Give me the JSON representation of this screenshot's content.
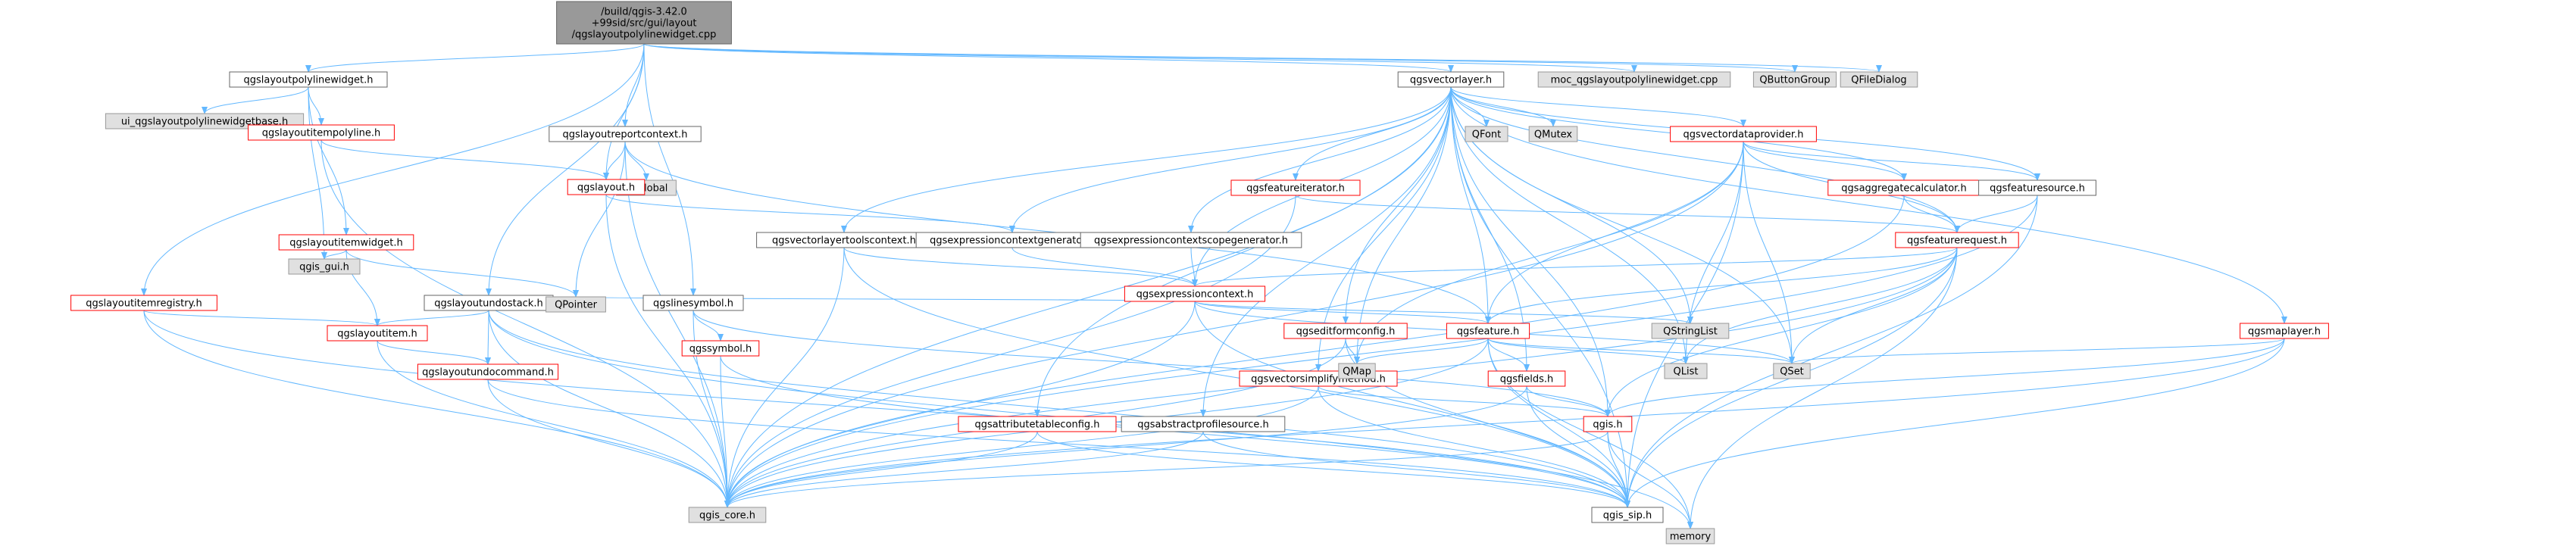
{
  "graph": {
    "colors": {
      "root_fill": "#999999",
      "plain_fill": "#ffffff",
      "gray_fill": "#e0e0e0",
      "border_gray": "#666666",
      "border_red": "#ff0000",
      "border_light": "#999999",
      "edge": "#63b8ff"
    },
    "nodes": [
      {
        "id": "root",
        "label": "/build/qgis-3.42.0\n+99sid/src/gui/layout\n/qgslayoutpolylinewidget.cpp",
        "style": "root"
      },
      {
        "id": "plw_h",
        "label": "qgslayoutpolylinewidget.h",
        "style": "plain"
      },
      {
        "id": "ui_base",
        "label": "ui_qgslayoutpolylinewidgetbase.h",
        "style": "gray"
      },
      {
        "id": "itempoly",
        "label": "qgslayoutitempolyline.h",
        "style": "red"
      },
      {
        "id": "itemwidget",
        "label": "qgslayoutitemwidget.h",
        "style": "red"
      },
      {
        "id": "itemregistry",
        "label": "qgslayoutitemregistry.h",
        "style": "red"
      },
      {
        "id": "undostack",
        "label": "qgslayoutundostack.h",
        "style": "plain"
      },
      {
        "id": "layoutitem",
        "label": "qgslayoutitem.h",
        "style": "red"
      },
      {
        "id": "undocmd",
        "label": "qgslayoutundocommand.h",
        "style": "red"
      },
      {
        "id": "qgis_gui",
        "label": "qgis_gui.h",
        "style": "gray"
      },
      {
        "id": "qpointer",
        "label": "QPointer",
        "style": "gray"
      },
      {
        "id": "reportctx",
        "label": "qgslayoutreportcontext.h",
        "style": "plain"
      },
      {
        "id": "qtglobal",
        "label": "QtGlobal",
        "style": "gray"
      },
      {
        "id": "layout",
        "label": "qgslayout.h",
        "style": "red"
      },
      {
        "id": "linesymbol",
        "label": "qgslinesymbol.h",
        "style": "plain"
      },
      {
        "id": "symbol",
        "label": "qgssymbol.h",
        "style": "red"
      },
      {
        "id": "vectorlayer",
        "label": "qgsvectorlayer.h",
        "style": "plain"
      },
      {
        "id": "moc",
        "label": "moc_qgslayoutpolylinewidget.cpp",
        "style": "gray"
      },
      {
        "id": "qbuttongroup",
        "label": "QButtonGroup",
        "style": "gray"
      },
      {
        "id": "qfiledialog",
        "label": "QFileDialog",
        "style": "gray"
      },
      {
        "id": "toolsctx",
        "label": "qgsvectorlayertoolscontext.h",
        "style": "plain"
      },
      {
        "id": "exprgen",
        "label": "qgsexpressioncontextgenerator.h",
        "style": "plain"
      },
      {
        "id": "exprscope",
        "label": "qgsexpressioncontextscopegenerator.h",
        "style": "plain"
      },
      {
        "id": "featiter",
        "label": "qgsfeatureiterator.h",
        "style": "red"
      },
      {
        "id": "qfont",
        "label": "QFont",
        "style": "gray"
      },
      {
        "id": "qmutex",
        "label": "QMutex",
        "style": "gray"
      },
      {
        "id": "vdp",
        "label": "qgsvectordataprovider.h",
        "style": "red"
      },
      {
        "id": "aggcalc",
        "label": "qgsaggregatecalculator.h",
        "style": "red"
      },
      {
        "id": "featsource",
        "label": "qgsfeaturesource.h",
        "style": "plain"
      },
      {
        "id": "featreq",
        "label": "qgsfeaturerequest.h",
        "style": "red"
      },
      {
        "id": "exprctx",
        "label": "qgsexpressioncontext.h",
        "style": "red"
      },
      {
        "id": "editform",
        "label": "qgseditformconfig.h",
        "style": "red"
      },
      {
        "id": "feature",
        "label": "qgsfeature.h",
        "style": "red"
      },
      {
        "id": "qstringlist",
        "label": "QStringList",
        "style": "gray"
      },
      {
        "id": "maplayer",
        "label": "qgsmaplayer.h",
        "style": "red"
      },
      {
        "id": "vsimplify",
        "label": "qgsvectorsimplifymethod.h",
        "style": "red"
      },
      {
        "id": "qmap",
        "label": "QMap",
        "style": "gray"
      },
      {
        "id": "fields",
        "label": "qgsfields.h",
        "style": "red"
      },
      {
        "id": "qlist",
        "label": "QList",
        "style": "gray"
      },
      {
        "id": "qset",
        "label": "QSet",
        "style": "gray"
      },
      {
        "id": "attrtable",
        "label": "qgsattributetableconfig.h",
        "style": "red"
      },
      {
        "id": "absprofile",
        "label": "qgsabstractprofilesource.h",
        "style": "plain"
      },
      {
        "id": "qgis_h",
        "label": "qgis.h",
        "style": "red"
      },
      {
        "id": "qgis_core",
        "label": "qgis_core.h",
        "style": "gray"
      },
      {
        "id": "qgis_sip",
        "label": "qgis_sip.h",
        "style": "plain"
      },
      {
        "id": "memory",
        "label": "memory",
        "style": "gray"
      }
    ],
    "edges": [
      [
        "root",
        "plw_h"
      ],
      [
        "root",
        "undostack"
      ],
      [
        "root",
        "reportctx"
      ],
      [
        "root",
        "layout"
      ],
      [
        "root",
        "linesymbol"
      ],
      [
        "root",
        "itemregistry"
      ],
      [
        "root",
        "vectorlayer"
      ],
      [
        "root",
        "moc"
      ],
      [
        "root",
        "qbuttongroup"
      ],
      [
        "root",
        "qfiledialog"
      ],
      [
        "plw_h",
        "ui_base"
      ],
      [
        "plw_h",
        "itempoly"
      ],
      [
        "plw_h",
        "itemwidget"
      ],
      [
        "plw_h",
        "qgis_gui"
      ],
      [
        "itempoly",
        "layout"
      ],
      [
        "itempoly",
        "qgis_core"
      ],
      [
        "itemwidget",
        "qgis_gui"
      ],
      [
        "itemwidget",
        "qpointer"
      ],
      [
        "itemwidget",
        "layoutitem"
      ],
      [
        "itemregistry",
        "layoutitem"
      ],
      [
        "itemregistry",
        "qgis_core"
      ],
      [
        "itemregistry",
        "qgis_sip"
      ],
      [
        "undostack",
        "layoutitem"
      ],
      [
        "undostack",
        "undocmd"
      ],
      [
        "undostack",
        "qgis_core"
      ],
      [
        "undostack",
        "qgis_sip"
      ],
      [
        "undostack",
        "memory"
      ],
      [
        "layoutitem",
        "undocmd"
      ],
      [
        "layoutitem",
        "qgis_core"
      ],
      [
        "undocmd",
        "qgis_core"
      ],
      [
        "undocmd",
        "qgis_sip"
      ],
      [
        "reportctx",
        "layout"
      ],
      [
        "reportctx",
        "qtglobal"
      ],
      [
        "reportctx",
        "qpointer"
      ],
      [
        "reportctx",
        "qgis_core"
      ],
      [
        "reportctx",
        "feature"
      ],
      [
        "layout",
        "exprgen"
      ],
      [
        "layout",
        "qgis_core"
      ],
      [
        "linesymbol",
        "symbol"
      ],
      [
        "linesymbol",
        "qgis_core"
      ],
      [
        "linesymbol",
        "qgis_h"
      ],
      [
        "symbol",
        "qgis_core"
      ],
      [
        "symbol",
        "qgis_sip"
      ],
      [
        "vectorlayer",
        "qfont"
      ],
      [
        "vectorlayer",
        "qmutex"
      ],
      [
        "vectorlayer",
        "vdp"
      ],
      [
        "vectorlayer",
        "aggcalc"
      ],
      [
        "vectorlayer",
        "featsource"
      ],
      [
        "vectorlayer",
        "featreq"
      ],
      [
        "vectorlayer",
        "featiter"
      ],
      [
        "vectorlayer",
        "toolsctx"
      ],
      [
        "vectorlayer",
        "exprgen"
      ],
      [
        "vectorlayer",
        "exprscope"
      ],
      [
        "vectorlayer",
        "exprctx"
      ],
      [
        "vectorlayer",
        "editform"
      ],
      [
        "vectorlayer",
        "feature"
      ],
      [
        "vectorlayer",
        "qmap"
      ],
      [
        "vectorlayer",
        "qset"
      ],
      [
        "vectorlayer",
        "qlist"
      ],
      [
        "vectorlayer",
        "qstringlist"
      ],
      [
        "vectorlayer",
        "maplayer"
      ],
      [
        "vectorlayer",
        "vsimplify"
      ],
      [
        "vectorlayer",
        "fields"
      ],
      [
        "vectorlayer",
        "attrtable"
      ],
      [
        "vectorlayer",
        "absprofile"
      ],
      [
        "vectorlayer",
        "qgis_h"
      ],
      [
        "vectorlayer",
        "qgis_core"
      ],
      [
        "vectorlayer",
        "qgis_sip"
      ],
      [
        "toolsctx",
        "exprctx"
      ],
      [
        "toolsctx",
        "qgis_core"
      ],
      [
        "toolsctx",
        "qgis_sip"
      ],
      [
        "exprgen",
        "exprctx"
      ],
      [
        "exprscope",
        "exprctx"
      ],
      [
        "featiter",
        "featreq"
      ],
      [
        "featiter",
        "qgis_core"
      ],
      [
        "vdp",
        "featreq"
      ],
      [
        "vdp",
        "aggcalc"
      ],
      [
        "vdp",
        "featsource"
      ],
      [
        "vdp",
        "feature"
      ],
      [
        "vdp",
        "qmap"
      ],
      [
        "vdp",
        "qset"
      ],
      [
        "vdp",
        "qlist"
      ],
      [
        "vdp",
        "qgis_core"
      ],
      [
        "vdp",
        "qgis_sip"
      ],
      [
        "aggcalc",
        "featreq"
      ],
      [
        "aggcalc",
        "qgis_core"
      ],
      [
        "featsource",
        "featreq"
      ],
      [
        "featsource",
        "qgis_core"
      ],
      [
        "featsource",
        "qgis_sip"
      ],
      [
        "featreq",
        "exprctx"
      ],
      [
        "featreq",
        "feature"
      ],
      [
        "featreq",
        "qset"
      ],
      [
        "featreq",
        "qlist"
      ],
      [
        "featreq",
        "qgis_core"
      ],
      [
        "featreq",
        "qgis_sip"
      ],
      [
        "featreq",
        "memory"
      ],
      [
        "featreq",
        "qgis_h"
      ],
      [
        "exprctx",
        "qpointer"
      ],
      [
        "exprctx",
        "qstringlist"
      ],
      [
        "exprctx",
        "qset"
      ],
      [
        "exprctx",
        "qgis_core"
      ],
      [
        "exprctx",
        "feature"
      ],
      [
        "exprctx",
        "qgis_sip"
      ],
      [
        "editform",
        "qmap"
      ],
      [
        "editform",
        "qgis_core"
      ],
      [
        "editform",
        "qgis_sip"
      ],
      [
        "feature",
        "qmap"
      ],
      [
        "feature",
        "qlist"
      ],
      [
        "feature",
        "qset"
      ],
      [
        "feature",
        "fields"
      ],
      [
        "feature",
        "qgis_core"
      ],
      [
        "feature",
        "qgis_sip"
      ],
      [
        "feature",
        "memory"
      ],
      [
        "maplayer",
        "qset"
      ],
      [
        "maplayer",
        "qgis_sip"
      ],
      [
        "maplayer",
        "qgis_core"
      ],
      [
        "maplayer",
        "qgis_h"
      ],
      [
        "vsimplify",
        "qgis_h"
      ],
      [
        "vsimplify",
        "qgis_core"
      ],
      [
        "vsimplify",
        "qgis_sip"
      ],
      [
        "fields",
        "qgis_h"
      ],
      [
        "fields",
        "qgis_core"
      ],
      [
        "fields",
        "qgis_sip"
      ],
      [
        "attrtable",
        "qgis_core"
      ],
      [
        "attrtable",
        "qgis_sip"
      ],
      [
        "absprofile",
        "qgis_core"
      ],
      [
        "absprofile",
        "qgis_sip"
      ],
      [
        "qgis_h",
        "qgis_core"
      ],
      [
        "qgis_h",
        "qgis_sip"
      ],
      [
        "qgis_h",
        "memory"
      ]
    ]
  }
}
